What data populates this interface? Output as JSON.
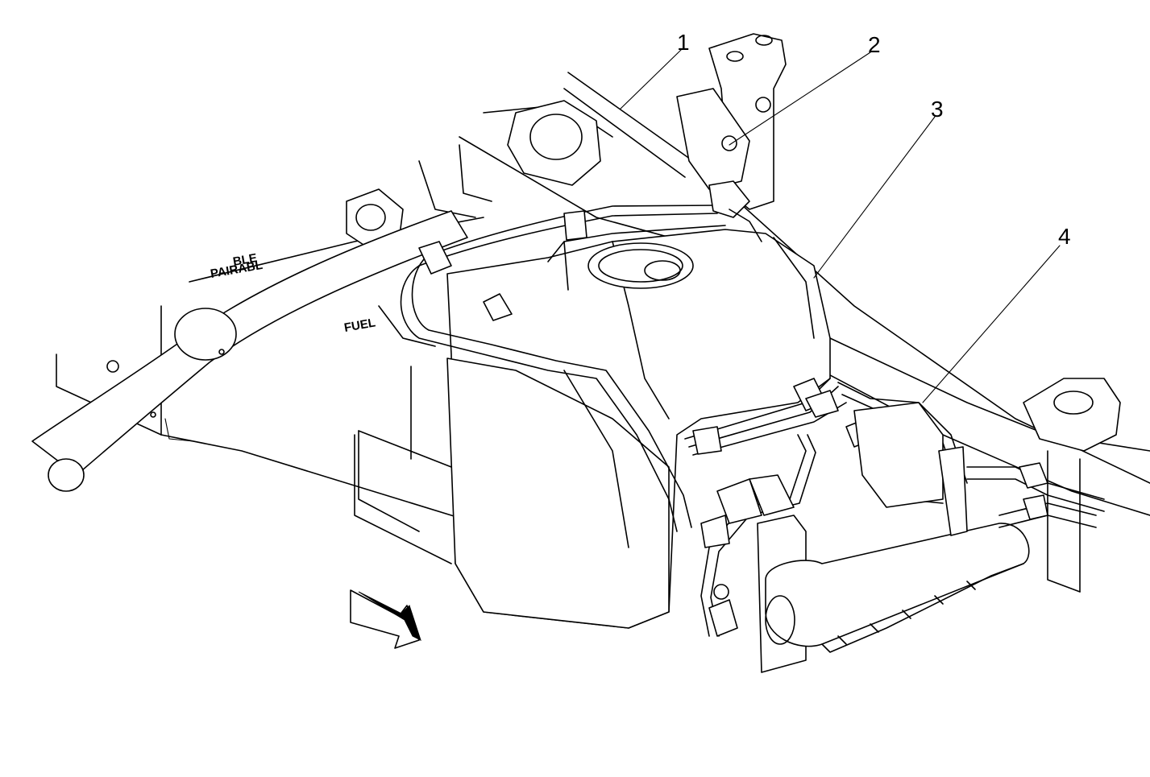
{
  "callouts": [
    {
      "number": "1"
    },
    {
      "number": "2"
    },
    {
      "number": "3"
    },
    {
      "number": "4"
    }
  ],
  "stencil": {
    "line1": "BLE",
    "line2": "PAIRABL",
    "line3": "FUEL"
  },
  "icons": {
    "direction": "forward-arrow-icon"
  },
  "colors": {
    "line": "#000000",
    "background": "#ffffff"
  }
}
